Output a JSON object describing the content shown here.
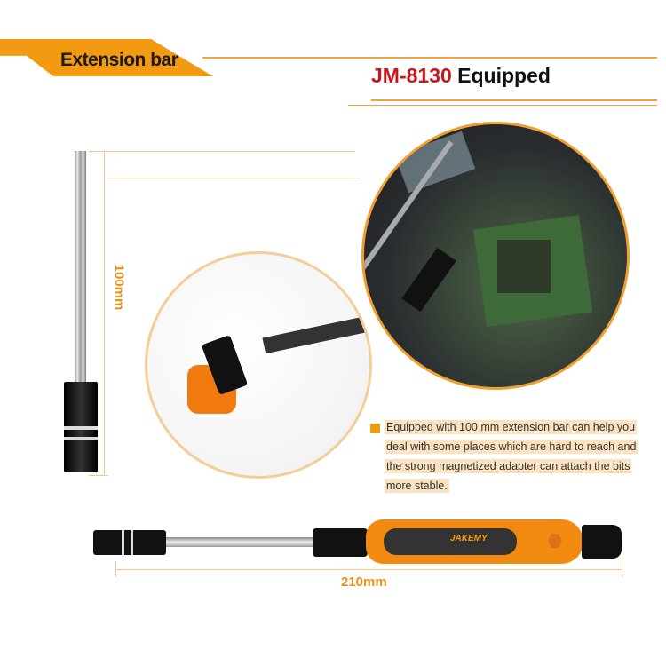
{
  "header": {
    "section_label": "Extension bar",
    "model": "JM-8130",
    "title_suffix": "Equipped"
  },
  "dimensions": {
    "length_bar": "100mm",
    "length_tool": "210mm"
  },
  "description": {
    "lines": [
      "Equipped with 100 mm extension bar can help you",
      "deal with some places which are hard to reach and",
      "the strong magnetized adapter can attach the bits",
      "more stable."
    ]
  },
  "brand": {
    "logo_text": "JAKEMY"
  },
  "colors": {
    "accent": "#f29a12",
    "model": "#c8161d"
  }
}
